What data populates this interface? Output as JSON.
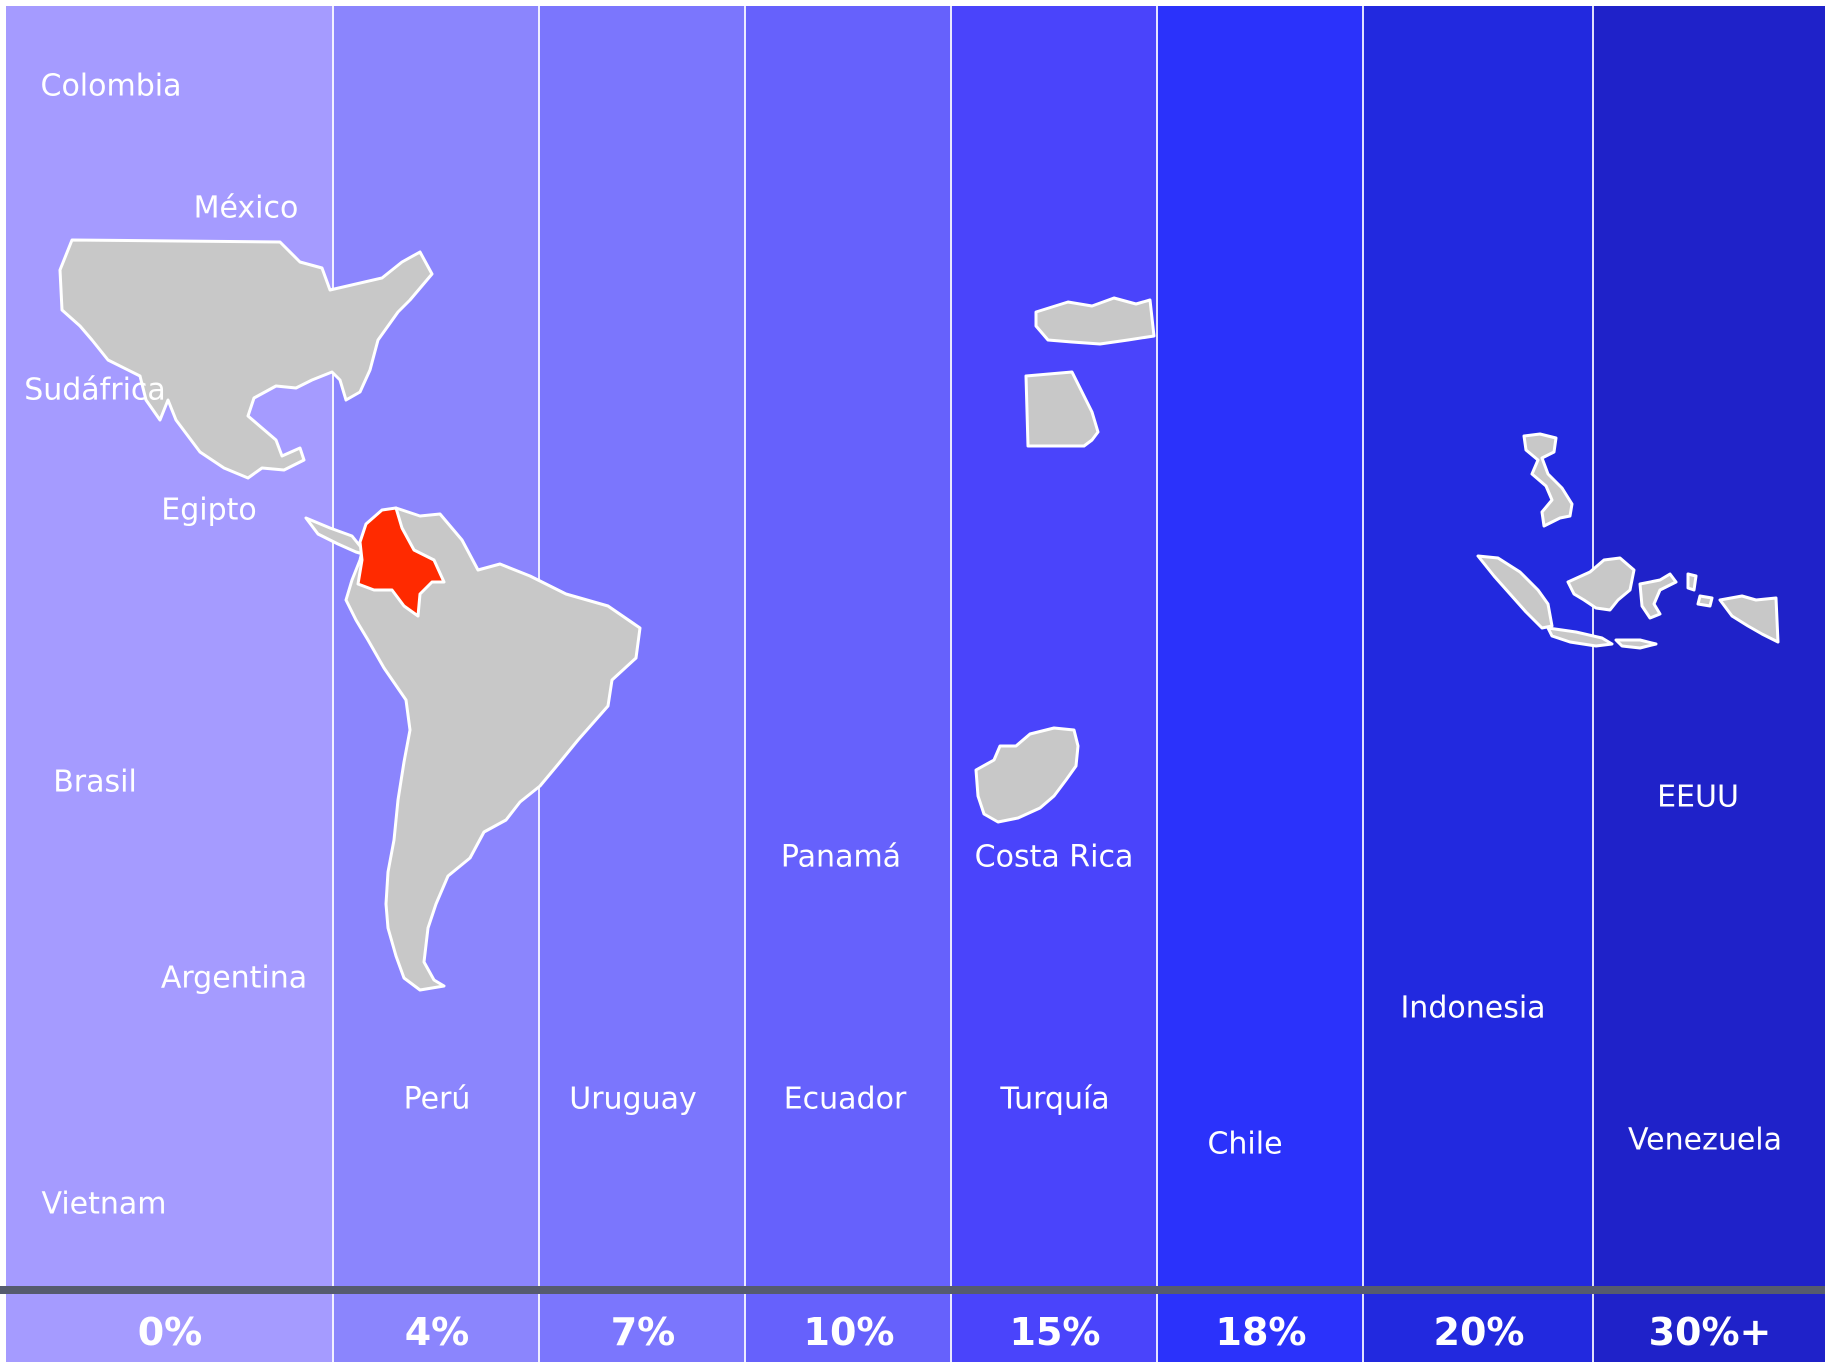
{
  "columns": [
    {
      "label": "0%",
      "color": "#a59bff"
    },
    {
      "label": "4%",
      "color": "#8b85fd"
    },
    {
      "label": "7%",
      "color": "#7b76fd"
    },
    {
      "label": "10%",
      "color": "#6661fc"
    },
    {
      "label": "15%",
      "color": "#4a44fb"
    },
    {
      "label": "18%",
      "color": "#2b32fb"
    },
    {
      "label": "20%",
      "color": "#2229df"
    },
    {
      "label": "30%+",
      "color": "#1f22c9"
    }
  ],
  "countries": [
    {
      "name": "Colombia",
      "column": "0%"
    },
    {
      "name": "México",
      "column": "0%"
    },
    {
      "name": "Sudáfrica",
      "column": "0%"
    },
    {
      "name": "Egipto",
      "column": "0%"
    },
    {
      "name": "Brasil",
      "column": "0%"
    },
    {
      "name": "Argentina",
      "column": "0%"
    },
    {
      "name": "Vietnam",
      "column": "0%"
    },
    {
      "name": "Perú",
      "column": "4%"
    },
    {
      "name": "Uruguay",
      "column": "7%"
    },
    {
      "name": "Panamá",
      "column": "10%"
    },
    {
      "name": "Ecuador",
      "column": "10%"
    },
    {
      "name": "Costa Rica",
      "column": "15%"
    },
    {
      "name": "Turquía",
      "column": "15%"
    },
    {
      "name": "Chile",
      "column": "18%"
    },
    {
      "name": "Indonesia",
      "column": "20%"
    },
    {
      "name": "EEUU",
      "column": "30%+"
    },
    {
      "name": "Venezuela",
      "column": "30%+"
    }
  ],
  "colors": {
    "map_fill": "#c8c8c8",
    "highlight": "#ff2a00",
    "axis_line": "#555b6e",
    "text": "#ffffff"
  }
}
